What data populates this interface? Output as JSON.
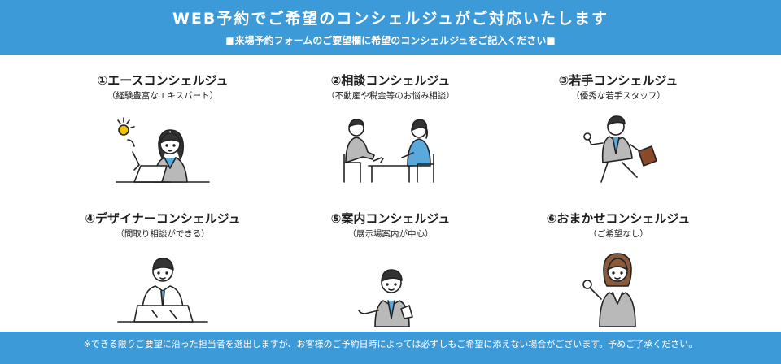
{
  "header": {
    "title": "WEB予約でご希望のコンシェルジュがご対応いたします",
    "subtitle": "■来場予約フォームのご要望欄に希望のコンシェルジュをご記入ください■"
  },
  "concierges": [
    {
      "name": "①エースコンシェルジュ",
      "desc": "（経験豊富なエキスパート）",
      "icon": "expert-woman-laptop-icon"
    },
    {
      "name": "②相談コンシェルジュ",
      "desc": "（不動産や税金等のお悩み相談）",
      "icon": "consultation-meeting-icon"
    },
    {
      "name": "③若手コンシェルジュ",
      "desc": "（優秀な若手スタッフ）",
      "icon": "running-young-man-icon"
    },
    {
      "name": "④デザイナーコンシェルジュ",
      "desc": "（間取り相談ができる）",
      "icon": "designer-drawing-icon"
    },
    {
      "name": "⑤案内コンシェルジュ",
      "desc": "（展示場案内が中心）",
      "icon": "guide-man-icon"
    },
    {
      "name": "⑥おまかせコンシェルジュ",
      "desc": "（ご希望なし）",
      "icon": "ok-woman-icon"
    }
  ],
  "footer": {
    "note": "※できる限りご要望に沿った担当者を選出しますが、お客様のご予約日時によっては必ずしもご希望に添えない場合がございます。予めご了承ください。"
  },
  "colors": {
    "accent": "#3d9ad9",
    "suit_gray": "#b9b9b9",
    "shirt_blue": "#5aa9dd",
    "idea_yellow": "#f5c400",
    "bag_brown": "#8a4a2a"
  }
}
